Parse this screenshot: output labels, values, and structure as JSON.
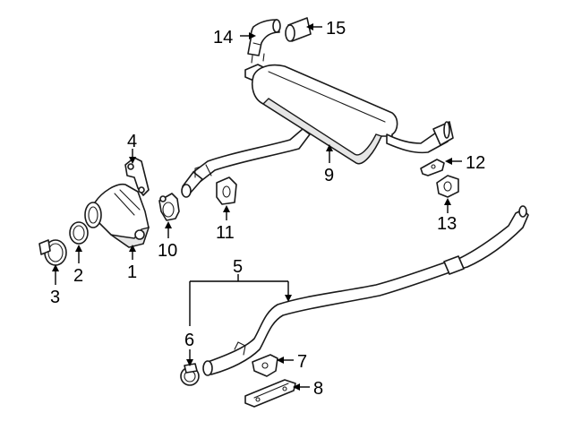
{
  "diagram": {
    "callouts": {
      "c1": "1",
      "c2": "2",
      "c3": "3",
      "c4": "4",
      "c5": "5",
      "c6": "6",
      "c7": "7",
      "c8": "8",
      "c9": "9",
      "c10": "10",
      "c11": "11",
      "c12": "12",
      "c13": "13",
      "c14": "14",
      "c15": "15"
    },
    "colors": {
      "line": "#1a1a1a",
      "shade": "#e6e6e6",
      "background": "#ffffff"
    }
  }
}
